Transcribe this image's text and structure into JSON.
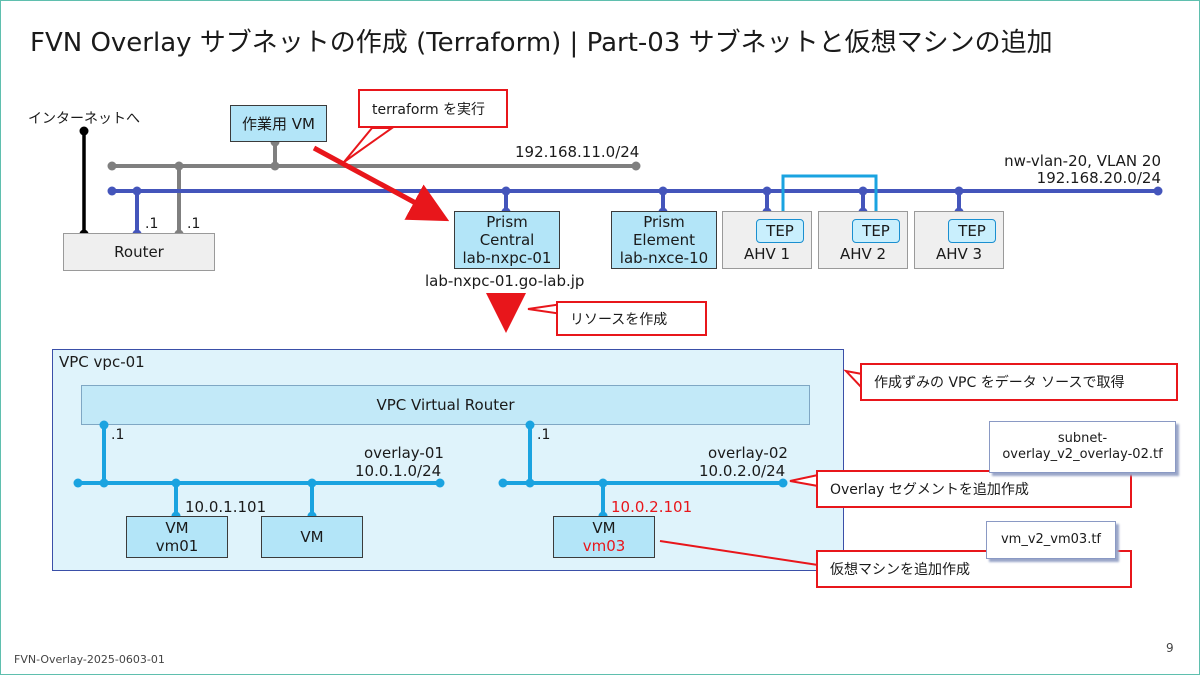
{
  "title": "FVN Overlay サブネットの作成 (Terraform) | Part-03 サブネットと仮想マシンの追加",
  "footer": "FVN-Overlay-2025-0603-01",
  "page_number": "9",
  "underlay": {
    "internet": "インターネットへ",
    "router": {
      "label": "Router",
      "port_a": ".1",
      "port_b": ".1"
    },
    "work_vm": "作業用 VM",
    "mgmt_net": "192.168.11.0/24",
    "vlan_net": {
      "name": "nw-vlan-20, VLAN 20",
      "cidr": "192.168.20.0/24"
    },
    "prism_central": {
      "line1": "Prism",
      "line2": "Central",
      "line3": "lab-nxpc-01",
      "fqdn": "lab-nxpc-01.go-lab.jp"
    },
    "prism_element": {
      "line1": "Prism",
      "line2": "Element",
      "line3": "lab-nxce-10"
    },
    "hosts": [
      {
        "tep": "TEP",
        "name": "AHV 1"
      },
      {
        "tep": "TEP",
        "name": "AHV 2"
      },
      {
        "tep": "TEP",
        "name": "AHV 3"
      }
    ]
  },
  "callouts": {
    "terraform": "terraform を実行",
    "resource": "リソースを作成",
    "vpc_source": "作成ずみの VPC をデータ ソースで取得",
    "segment": "Overlay セグメントを追加作成",
    "vm": "仮想マシンを追加作成"
  },
  "files": {
    "subnet": {
      "line1": "subnet-",
      "line2": "overlay_v2_overlay-02.tf"
    },
    "vm": "vm_v2_vm03.tf"
  },
  "vpc": {
    "name": "VPC vpc-01",
    "router": "VPC Virtual Router",
    "overlay1": {
      "gw": ".1",
      "name": "overlay-01",
      "cidr": "10.0.1.0/24"
    },
    "overlay2": {
      "gw": ".1",
      "name": "overlay-02",
      "cidr": "10.0.2.0/24"
    },
    "vm01": {
      "ip": "10.0.1.101",
      "line1": "VM",
      "line2": "vm01"
    },
    "vm_other": {
      "line1": "VM"
    },
    "vm03": {
      "ip": "10.0.2.101",
      "line1": "VM",
      "line2": "vm03"
    }
  },
  "colors": {
    "accent_red": "#e8161b",
    "underlay_blue": "#4455bb",
    "mgmt_gray": "#7f7f7f",
    "overlay_cyan": "#1aa3e0",
    "vpc_fill": "#dff3fb",
    "vpc_border": "#3a4fa8"
  }
}
